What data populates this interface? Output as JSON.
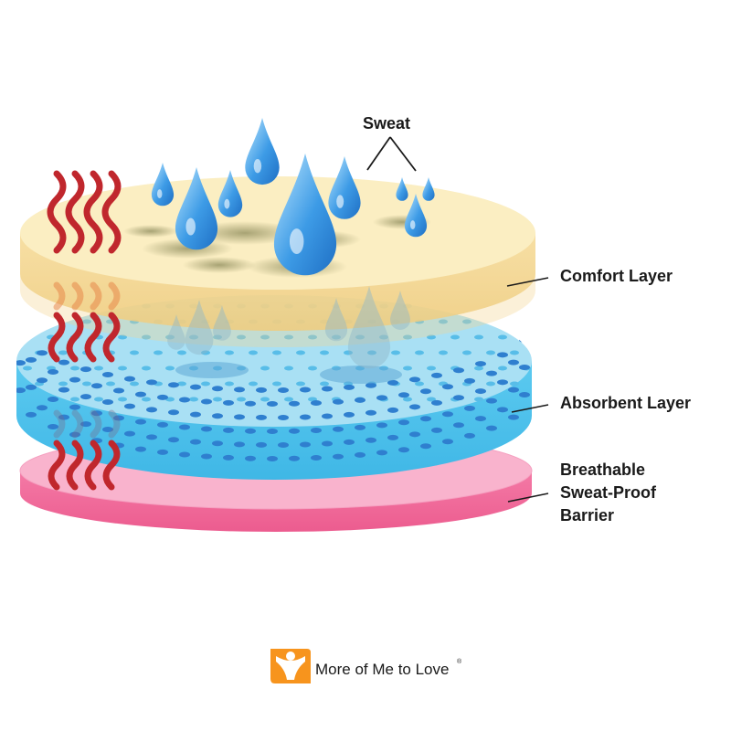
{
  "labels": {
    "sweat": "Sweat",
    "comfort_layer": "Comfort Layer",
    "absorbent_layer": "Absorbent Layer",
    "barrier_line1": "Breathable",
    "barrier_line2": "Sweat-Proof",
    "barrier_line3": "Barrier"
  },
  "brand": {
    "name": "More of Me to Love",
    "registered_mark": "®",
    "logo_icon": "orange-square-person-heart-icon"
  },
  "colors": {
    "comfort_top": "#fbeec2",
    "comfort_side": "#f3d58e",
    "absorbent_top": "#a9e0f4",
    "absorbent_side": "#52c3ec",
    "absorbent_dots": "#2f7fcf",
    "barrier_top": "#f9b3cd",
    "barrier_side": "#f16a9a",
    "heat_waves": "#c0272d",
    "drops": "#2e8fe0",
    "logo": "#f7941d"
  },
  "icons": {
    "heat": "heat-waves-icon",
    "sweat": "water-drop-icon"
  }
}
